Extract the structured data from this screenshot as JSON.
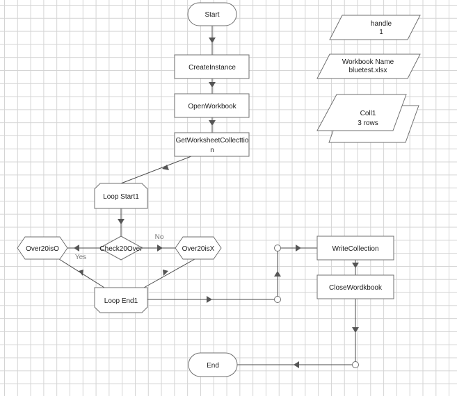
{
  "nodes": {
    "start": "Start",
    "create_instance": "CreateInstance",
    "open_workbook": "OpenWorkbook",
    "get_ws_line1": "GetWorksheetCollecttio",
    "get_ws_line2": "n",
    "loop_start": "Loop Start1",
    "check": "Check20Over",
    "over_o": "Over20isO",
    "over_x": "Over20isX",
    "loop_end": "Loop End1",
    "write_collection": "WriteCollection",
    "close_workbook": "CloseWordkbook",
    "end": "End"
  },
  "data_items": {
    "handle_name": "handle",
    "handle_value": "1",
    "workbook_name_label": "Workbook Name",
    "workbook_name_value": "bluetest.xlsx",
    "collection_name": "Coll1",
    "collection_rows": "3 rows"
  },
  "edge_labels": {
    "no": "No",
    "yes": "Yes"
  }
}
